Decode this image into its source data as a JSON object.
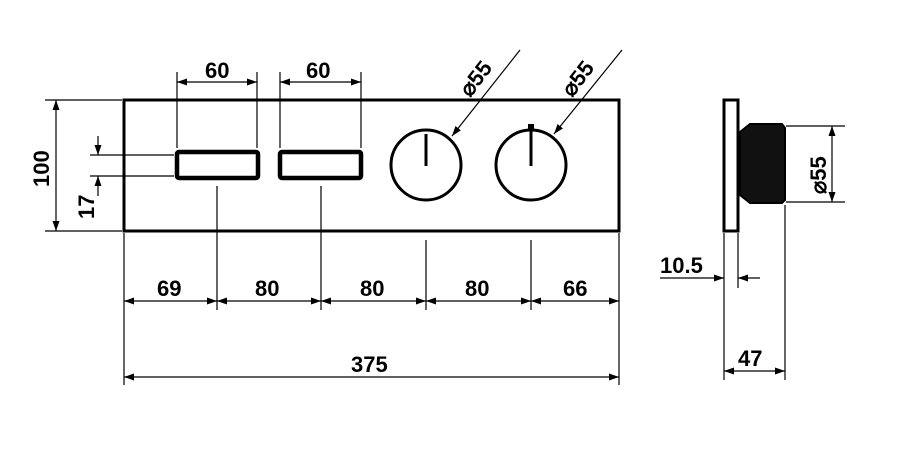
{
  "drawing": {
    "front_view": {
      "dimensions": {
        "button_width_1": "60",
        "button_width_2": "60",
        "knob_diameter_1": "⌀55",
        "knob_diameter_2": "⌀55",
        "plate_height": "100",
        "button_height": "17",
        "spacing_1": "69",
        "spacing_2": "80",
        "spacing_3": "80",
        "spacing_4": "80",
        "spacing_5": "66",
        "overall_width": "375"
      }
    },
    "side_view": {
      "dimensions": {
        "knob_diameter": "⌀55",
        "plate_thickness": "10.5",
        "overall_depth": "47"
      }
    }
  }
}
